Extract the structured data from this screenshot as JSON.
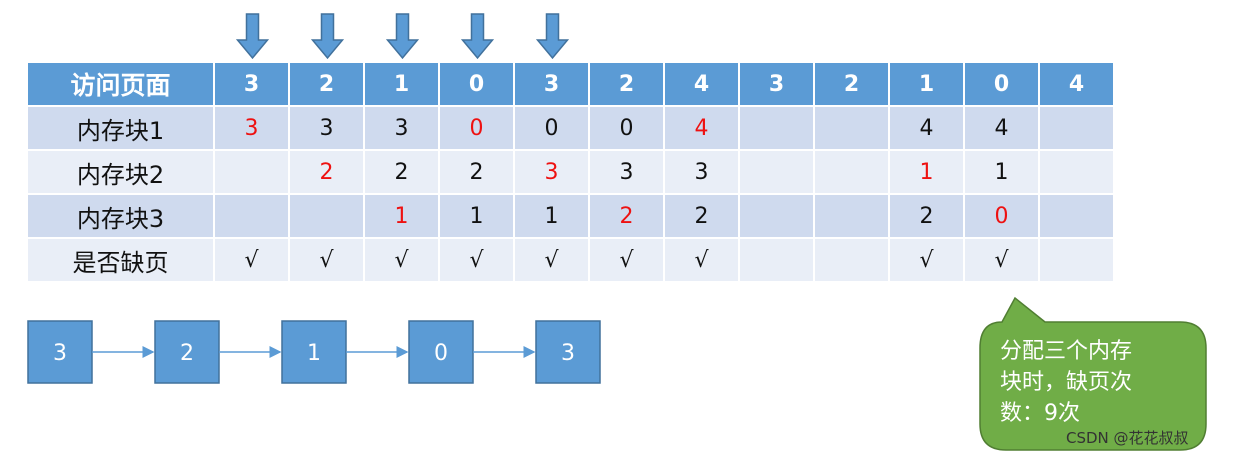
{
  "table": {
    "header": {
      "label": "访问页面",
      "pages": [
        "3",
        "2",
        "1",
        "0",
        "3",
        "2",
        "4",
        "3",
        "2",
        "1",
        "0",
        "4"
      ]
    },
    "rows": [
      {
        "label": "内存块1",
        "cells": [
          {
            "value": "3",
            "new": true
          },
          {
            "value": "3",
            "new": false
          },
          {
            "value": "3",
            "new": false
          },
          {
            "value": "0",
            "new": true
          },
          {
            "value": "0",
            "new": false
          },
          {
            "value": "0",
            "new": false
          },
          {
            "value": "4",
            "new": true
          },
          {
            "value": "",
            "new": false
          },
          {
            "value": "",
            "new": false
          },
          {
            "value": "4",
            "new": false
          },
          {
            "value": "4",
            "new": false
          },
          {
            "value": "",
            "new": false
          }
        ]
      },
      {
        "label": "内存块2",
        "cells": [
          {
            "value": "",
            "new": false
          },
          {
            "value": "2",
            "new": true
          },
          {
            "value": "2",
            "new": false
          },
          {
            "value": "2",
            "new": false
          },
          {
            "value": "3",
            "new": true
          },
          {
            "value": "3",
            "new": false
          },
          {
            "value": "3",
            "new": false
          },
          {
            "value": "",
            "new": false
          },
          {
            "value": "",
            "new": false
          },
          {
            "value": "1",
            "new": true
          },
          {
            "value": "1",
            "new": false
          },
          {
            "value": "",
            "new": false
          }
        ]
      },
      {
        "label": "内存块3",
        "cells": [
          {
            "value": "",
            "new": false
          },
          {
            "value": "",
            "new": false
          },
          {
            "value": "1",
            "new": true
          },
          {
            "value": "1",
            "new": false
          },
          {
            "value": "1",
            "new": false
          },
          {
            "value": "2",
            "new": true
          },
          {
            "value": "2",
            "new": false
          },
          {
            "value": "",
            "new": false
          },
          {
            "value": "",
            "new": false
          },
          {
            "value": "2",
            "new": false
          },
          {
            "value": "0",
            "new": true
          },
          {
            "value": "",
            "new": false
          }
        ]
      },
      {
        "label": "是否缺页",
        "cells": [
          {
            "value": "√",
            "new": false
          },
          {
            "value": "√",
            "new": false
          },
          {
            "value": "√",
            "new": false
          },
          {
            "value": "√",
            "new": false
          },
          {
            "value": "√",
            "new": false
          },
          {
            "value": "√",
            "new": false
          },
          {
            "value": "√",
            "new": false
          },
          {
            "value": "",
            "new": false
          },
          {
            "value": "",
            "new": false
          },
          {
            "value": "√",
            "new": false
          },
          {
            "value": "√",
            "new": false
          },
          {
            "value": "",
            "new": false
          }
        ]
      }
    ]
  },
  "pointer_arrow_count": 5,
  "chain": [
    "3",
    "2",
    "1",
    "0",
    "3"
  ],
  "callout": {
    "lines": [
      "分配三个内存",
      "块时，缺页次",
      "数：9次"
    ]
  },
  "watermark": "CSDN @花花叔叔",
  "colors": {
    "header_bg": "#5b9bd5",
    "row_odd_bg": "#cfdaee",
    "row_even_bg": "#e9eef7",
    "new_page_text": "#ee1111",
    "chain_box_fill": "#5b9bd5",
    "chain_box_stroke": "#41719c",
    "callout_fill": "#70ad47",
    "callout_stroke": "#507e32"
  }
}
